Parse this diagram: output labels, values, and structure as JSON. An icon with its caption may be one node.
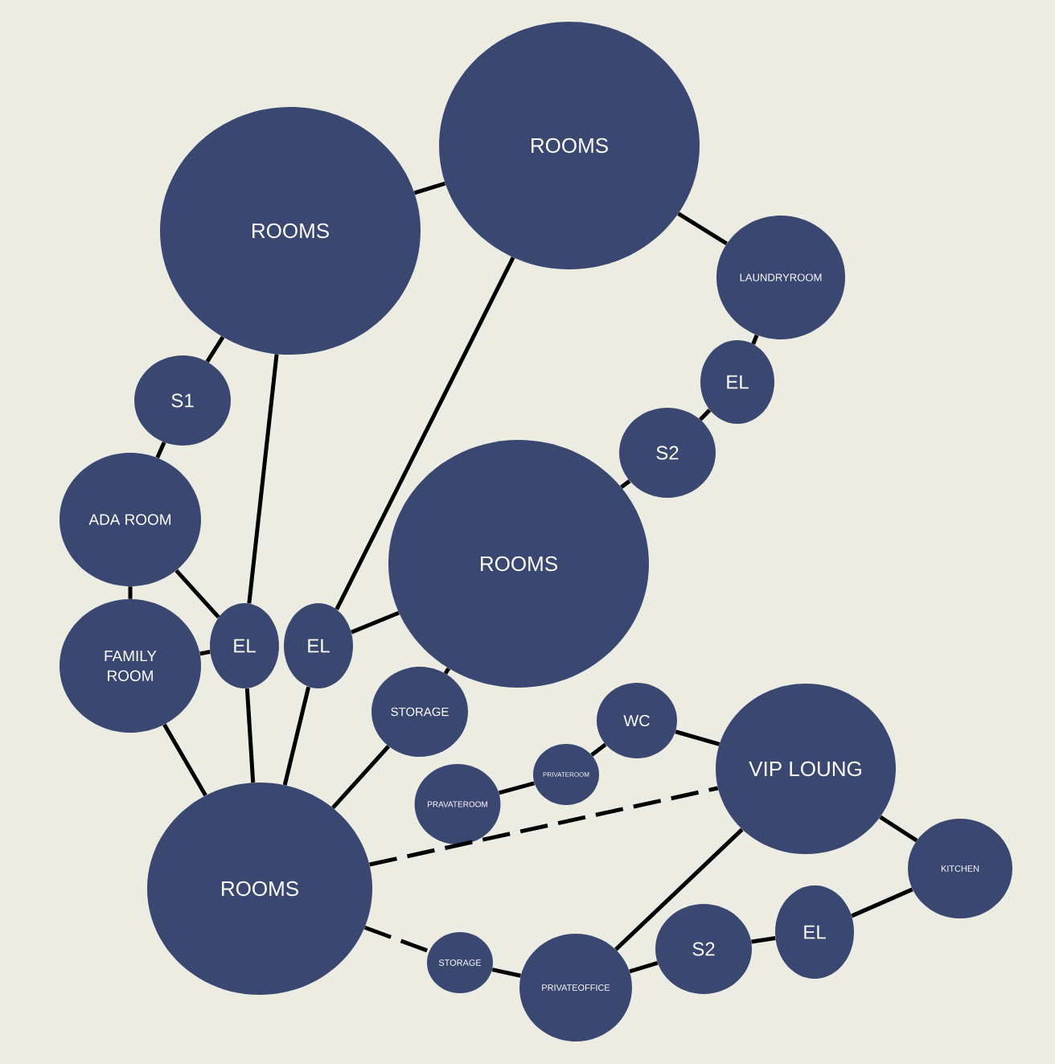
{
  "diagram": {
    "nodes": [
      {
        "text": [
          "ROOMS"
        ]
      },
      {
        "text": [
          "ROOMS"
        ]
      },
      {
        "text": [
          "LAUNDRYROOM"
        ]
      },
      {
        "text": [
          "EL"
        ]
      },
      {
        "text": [
          "S1"
        ]
      },
      {
        "text": [
          "S2"
        ]
      },
      {
        "text": [
          "ADA ROOM"
        ]
      },
      {
        "text": [
          "ROOMS"
        ]
      },
      {
        "text": [
          "FAMILY ROOM"
        ]
      },
      {
        "text": [
          "EL"
        ]
      },
      {
        "text": [
          "EL"
        ]
      },
      {
        "text": [
          "STORAGE"
        ]
      },
      {
        "text": [
          "WC"
        ]
      },
      {
        "text": [
          "VIP LOUNG"
        ]
      },
      {
        "text": [
          "PRIVATEROOM"
        ]
      },
      {
        "text": [
          "PRAVATEROOM"
        ]
      },
      {
        "text": [
          "KITCHEN"
        ]
      },
      {
        "text": [
          "ROOMS"
        ]
      },
      {
        "text": [
          "EL"
        ]
      },
      {
        "text": [
          "S2"
        ]
      },
      {
        "text": [
          "STORAGE"
        ]
      },
      {
        "text": [
          "PRIVATEOFFICE"
        ]
      }
    ],
    "edges": [
      {
        "from": 1,
        "to": 0,
        "arrow": "none"
      },
      {
        "from": 0,
        "to": 2,
        "arrow": "none"
      },
      {
        "from": 2,
        "to": 3,
        "arrow": "none"
      },
      {
        "from": 3,
        "to": 5,
        "arrow": "none"
      },
      {
        "from": 5,
        "to": 7,
        "arrow": "none"
      },
      {
        "from": 1,
        "to": 4,
        "arrow": "none"
      },
      {
        "from": 4,
        "to": 6,
        "arrow": "none"
      },
      {
        "from": 1,
        "to": 9,
        "arrow": "none"
      },
      {
        "from": 6,
        "to": 9,
        "arrow": "none"
      },
      {
        "from": 6,
        "to": 8,
        "arrow": "none"
      },
      {
        "from": 8,
        "to": 9,
        "arrow": "none"
      },
      {
        "from": 0,
        "to": 10,
        "arrow": "none"
      },
      {
        "from": 10,
        "to": 7,
        "arrow": "none"
      },
      {
        "from": 9,
        "to": 17,
        "arrow": "none"
      },
      {
        "from": 10,
        "to": 17,
        "arrow": "none"
      },
      {
        "from": 8,
        "to": 17,
        "arrow": "none"
      },
      {
        "from": 11,
        "to": 7,
        "arrow": "none"
      },
      {
        "from": 17,
        "to": 11,
        "arrow": "none"
      },
      {
        "from": 15,
        "to": 14,
        "arrow": "none"
      },
      {
        "from": 14,
        "to": 12,
        "arrow": "none"
      },
      {
        "from": 12,
        "to": 13,
        "arrow": "none"
      },
      {
        "from": 17,
        "to": 13,
        "arrow": "none",
        "style": "dashed"
      },
      {
        "from": 13,
        "to": 16,
        "arrow": "none"
      },
      {
        "from": 13,
        "to": 21,
        "arrow": "none"
      },
      {
        "from": 16,
        "to": 18,
        "arrow": "none"
      },
      {
        "from": 18,
        "to": 19,
        "arrow": "none"
      },
      {
        "from": 19,
        "to": 21,
        "arrow": "none"
      },
      {
        "from": 17,
        "to": 20,
        "arrow": "none",
        "style": "dashed"
      },
      {
        "from": 20,
        "to": 21,
        "arrow": "none"
      }
    ]
  }
}
